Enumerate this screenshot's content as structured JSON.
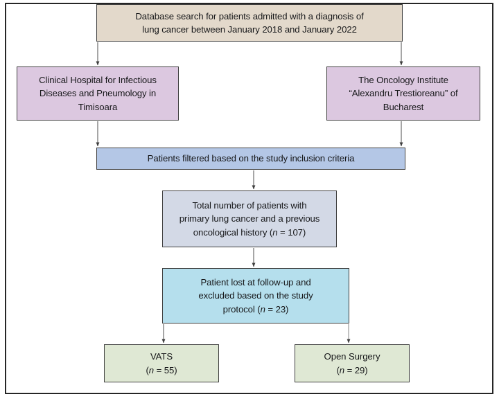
{
  "figure": {
    "type": "flowchart",
    "title": "Patient selection flow diagram",
    "border_color": "#262626",
    "background": "#ffffff"
  },
  "nodes": {
    "database": {
      "id": "database-search",
      "lines": [
        "Database search for patients admitted with a diagnosis of",
        "lung cancer between January 2018 and January 2022"
      ],
      "fill": "#e3d9cb"
    },
    "hospital": {
      "id": "clinical-hospital-timisoara",
      "lines": [
        "Clinical Hospital for Infectious",
        "Diseases and Pneumology in",
        "Timisoara"
      ],
      "fill": "#dcc8e0"
    },
    "oncology": {
      "id": "oncology-institute-bucharest",
      "lines": [
        "The Oncology Institute",
        "“Alexandru Trestioreanu” of",
        "Bucharest"
      ],
      "fill": "#dcc8e0"
    },
    "filtered": {
      "id": "patients-filtered",
      "lines": [
        "Patients filtered based on the study inclusion criteria"
      ],
      "fill": "#b4c7e6"
    },
    "total": {
      "id": "total-patients",
      "lines": [
        "Total number of patients with",
        "primary lung cancer and a previous",
        "oncological history ("
      ],
      "count_label": "n",
      "count_value": "= 107)",
      "n": 107,
      "fill": "#d3d9e6"
    },
    "lost": {
      "id": "patients-lost",
      "lines": [
        "Patient lost at follow-up and",
        "excluded based on the study",
        "protocol ("
      ],
      "count_label": "n",
      "count_value": "= 23)",
      "n": 23,
      "fill": "#b5dfed"
    },
    "vats": {
      "id": "vats-group",
      "lines": [
        "VATS"
      ],
      "count_label": "n",
      "count_value": "= 55)",
      "count_open": "(",
      "n": 55,
      "fill": "#dfe8d4"
    },
    "open_surgery": {
      "id": "open-surgery-group",
      "lines": [
        "Open Surgery"
      ],
      "count_label": "n",
      "count_value": "= 29)",
      "count_open": "(",
      "n": 29,
      "fill": "#dfe8d4"
    }
  },
  "edges": [
    {
      "from": "database",
      "to": "hospital"
    },
    {
      "from": "database",
      "to": "oncology"
    },
    {
      "from": "hospital",
      "to": "filtered"
    },
    {
      "from": "oncology",
      "to": "filtered"
    },
    {
      "from": "filtered",
      "to": "total"
    },
    {
      "from": "total",
      "to": "lost"
    },
    {
      "from": "lost",
      "to": "vats"
    },
    {
      "from": "lost",
      "to": "open_surgery"
    }
  ],
  "chart_data": {
    "type": "table",
    "title": "Patient selection flow diagram",
    "categories": [
      "Total with primary lung cancer and previous oncological history",
      "Lost at follow-up / excluded",
      "VATS",
      "Open Surgery"
    ],
    "values": [
      107,
      23,
      55,
      29
    ]
  }
}
